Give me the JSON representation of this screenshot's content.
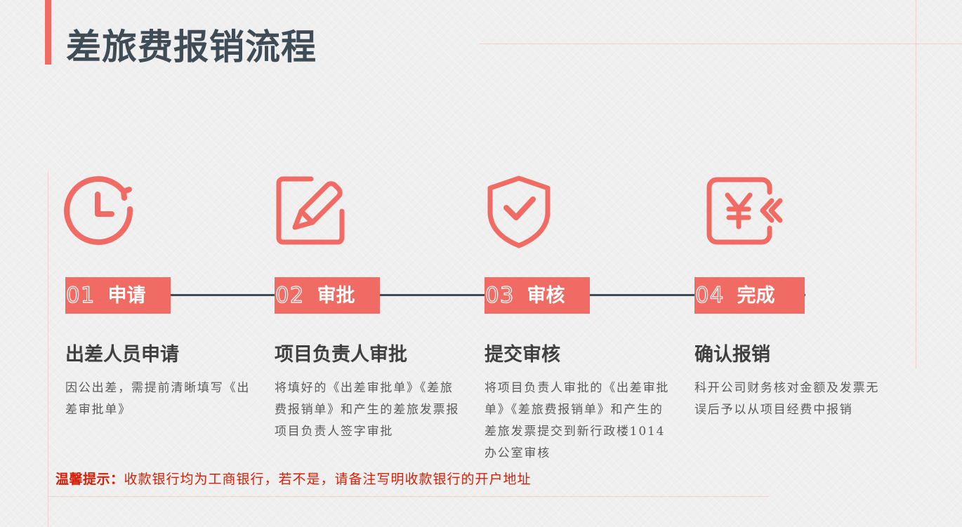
{
  "page": {
    "title": "差旅费报销流程"
  },
  "steps": [
    {
      "number": "01",
      "label": "申请",
      "heading": "出差人员申请",
      "description": "因公出差，需提前清晰填写《出差审批单》",
      "icon": "clock-refresh-icon"
    },
    {
      "number": "02",
      "label": "审批",
      "heading": "项目负责人审批",
      "description": "将填好的《出差审批单》《差旅费报销单》和产生的差旅发票报项目负责人签字审批",
      "icon": "edit-icon"
    },
    {
      "number": "03",
      "label": "审核",
      "heading": "提交审核",
      "description": "将项目负责人审批的《出差审批单》《差旅费报销单》和产生的差旅发票提交到新行政楼1014办公室审核",
      "icon": "shield-check-icon"
    },
    {
      "number": "04",
      "label": "完成",
      "heading": "确认报销",
      "description": "科开公司财务核对金额及发票无误后予以从项目经费中报销",
      "icon": "yuan-return-icon"
    }
  ],
  "tip": {
    "label": "温馨提示：",
    "text": "收款银行均为工商银行，若不是，请备注写明收款银行的开户地址"
  },
  "colors": {
    "accent": "#ef6b63",
    "title_text": "#3f4b55",
    "timeline": "#3f4b55",
    "heading_text": "#404040",
    "body_text": "#5a5a5a",
    "tip_text": "#d81e06",
    "background": "#efefef"
  }
}
